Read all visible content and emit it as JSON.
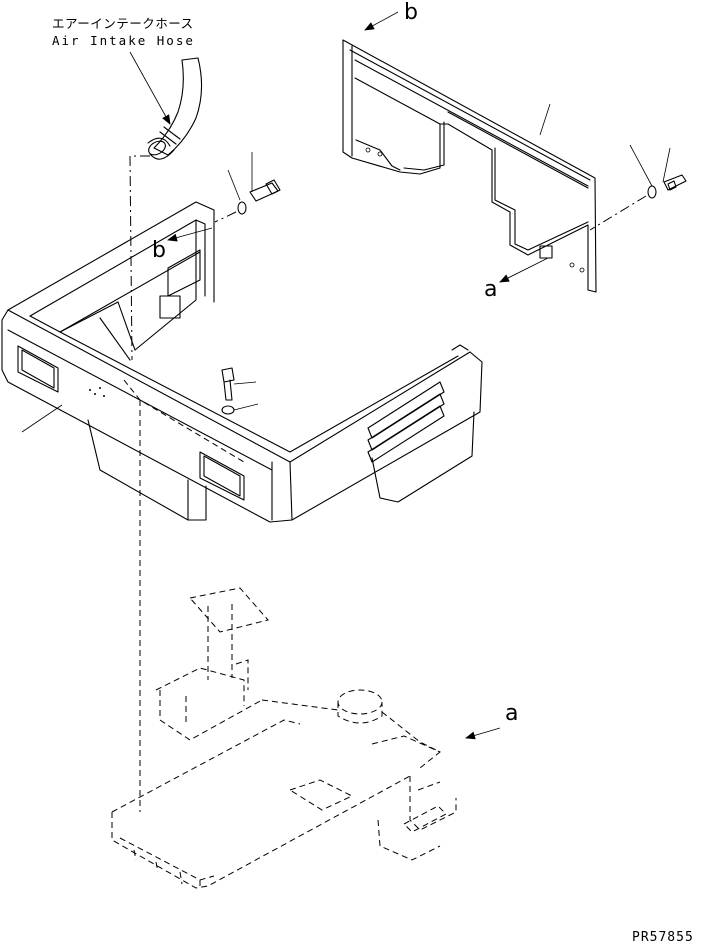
{
  "labels": {
    "hose_jp": "エアーインテークホース",
    "hose_en": "Air Intake Hose",
    "ref_b_top": "b",
    "ref_b_mid": "b",
    "ref_a_right": "a",
    "ref_a_low": "a",
    "part_number": "PR57855"
  }
}
